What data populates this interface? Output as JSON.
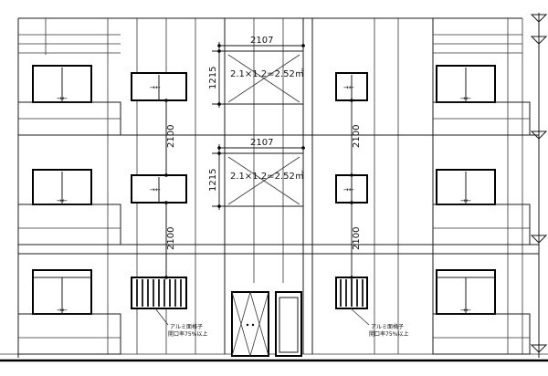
{
  "drawing": {
    "floors": 3,
    "opening_width_label_top": "2107",
    "opening_width_label_mid": "2107",
    "opening_area_label_top": "2.1×1.2=2.52㎡",
    "opening_area_label_mid": "2.1×1.2=2.52㎡",
    "opening_height_label_top": "1215",
    "opening_height_label_mid": "1215",
    "floor_height_labels_left": [
      "2100",
      "2100"
    ],
    "floor_height_labels_right": [
      "2100",
      "2100"
    ],
    "note_left_line1": "アルミ面格子",
    "note_left_line2": "開口率75%以上",
    "note_right_line1": "アルミ面格子",
    "note_right_line2": "開口率75%以上"
  }
}
